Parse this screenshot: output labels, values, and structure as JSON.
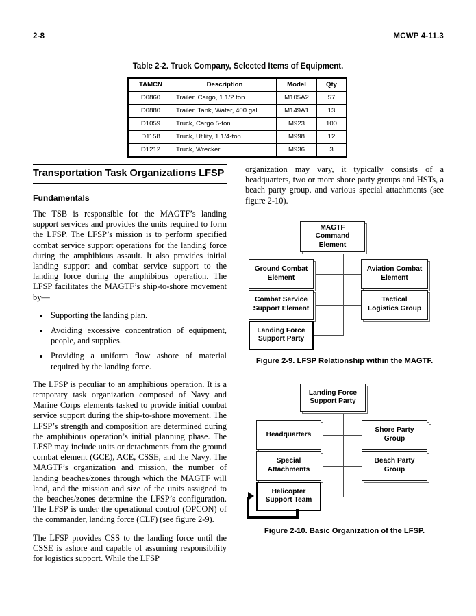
{
  "running_head": {
    "page_number": "2-8",
    "document_id": "MCWP 4-11.3"
  },
  "table": {
    "caption": "Table 2-2. Truck Company, Selected Items of Equipment.",
    "columns": [
      "TAMCN",
      "Description",
      "Model",
      "Qty"
    ],
    "rows": [
      [
        "D0860",
        "Trailer, Cargo, 1 1/2 ton",
        "M105A2",
        "57"
      ],
      [
        "D0880",
        "Trailer, Tank, Water, 400 gal",
        "M149A1",
        "13"
      ],
      [
        "D1059",
        "Truck, Cargo 5-ton",
        "M923",
        "100"
      ],
      [
        "D1158",
        "Truck, Utility, 1 1/4-ton",
        "M998",
        "12"
      ],
      [
        "D1212",
        "Truck, Wrecker",
        "M936",
        "3"
      ]
    ]
  },
  "left_column": {
    "section_heading": "Transportation Task Organizations LFSP",
    "sub_heading": "Fundamentals",
    "paragraph_1": "The TSB is responsible for the MAGTF’s landing support services and provides the units required to form the LFSP. The LFSP’s mission is to perform specified combat service support operations for the landing force during the amphibious assault. It also provides initial landing support and combat service support to the landing force during the amphibious operation. The LFSP facilitates the MAGTF’s ship-to-shore movement by—",
    "bullets": [
      "Supporting the landing plan.",
      "Avoiding excessive concentration of equipment, people, and supplies.",
      "Providing a uniform flow ashore of material required by the landing force."
    ],
    "paragraph_2": "The LFSP is peculiar to an amphibious operation. It is a temporary task organization composed of Navy and Marine Corps elements tasked to provide initial combat service support during the ship-to-shore movement. The LFSP’s strength and composition are determined during the amphibious operation’s initial planning phase. The LFSP may include units or detachments from the ground combat element (GCE), ACE, CSSE, and the Navy. The MAGTF’s organization and mission, the number of landing beaches/zones through which the MAGTF will land, and the mission and size of the units assigned to the beaches/zones determine the LFSP’s configuration. The LFSP is under the operational control (OPCON) of the commander, landing force (CLF) (see figure 2-9).",
    "paragraph_3": "The LFSP provides CSS to the landing force until the CSSE is ashore and capable of assuming responsibility for logistics support. While the LFSP"
  },
  "right_column": {
    "paragraph_1": "organization may vary, it typically consists of a headquarters, two or more shore party groups and HSTs, a beach party group, and various special attachments (see figure 2-10).",
    "figure_2_9": {
      "caption": "Figure 2-9. LFSP Relationship within the MAGTF.",
      "nodes": {
        "root": "MAGTF\nCommand\nElement",
        "root_line1": "MAGTF",
        "root_line2": "Command",
        "root_line3": "Element",
        "ground_combat": "Ground Combat\nElement",
        "ground_combat_line1": "Ground Combat",
        "ground_combat_line2": "Element",
        "aviation_combat_line1": "Aviation Combat",
        "aviation_combat_line2": "Element",
        "css_element_line1": "Combat Service",
        "css_element_line2": "Support Element",
        "tactical_logistics_line1": "Tactical",
        "tactical_logistics_line2": "Logistics Group",
        "lfsp_line1": "Landing Force",
        "lfsp_line2": "Support Party"
      }
    },
    "figure_2_10": {
      "caption": "Figure 2-10. Basic Organization of the LFSP.",
      "nodes": {
        "root_line1": "Landing Force",
        "root_line2": "Support Party",
        "headquarters": "Headquarters",
        "shore_party_line1": "Shore Party",
        "shore_party_line2": "Group",
        "special_attach_line1": "Special",
        "special_attach_line2": "Attachments",
        "beach_party_line1": "Beach Party",
        "beach_party_line2": "Group",
        "hst_line1": "Helicopter",
        "hst_line2": "Support Team"
      }
    }
  },
  "colors": {
    "text": "#000000",
    "rule": "#000000",
    "node_border": "#1a1a1a",
    "connector": "#4a4a4a",
    "shadow": "#6e6e6e"
  }
}
